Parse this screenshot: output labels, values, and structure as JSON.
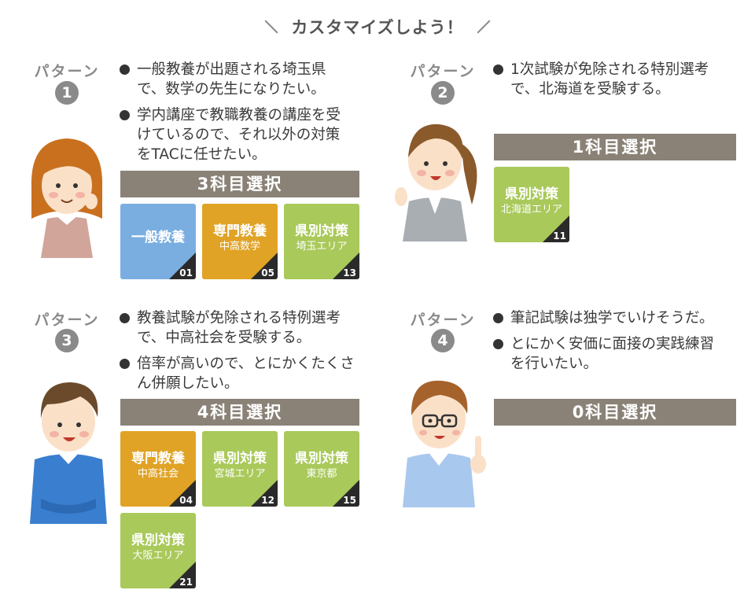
{
  "title": "カスタマイズしよう！",
  "patterns": [
    {
      "label": "パターン",
      "number": "1",
      "bullets": [
        "一般教養が出題される埼玉県\nで、数学の先生になりたい。",
        "学内講座で教職教養の講座を受\nけているので、それ以外の対策\nをTACに任せたい。"
      ],
      "bar": "3科目選択",
      "cards": [
        {
          "title": "一般教養",
          "sub": "",
          "num": "01",
          "color": "blue"
        },
        {
          "title": "専門教養",
          "sub": "中高数学",
          "num": "05",
          "color": "orange"
        },
        {
          "title": "県別対策",
          "sub": "埼玉エリア",
          "num": "13",
          "color": "green"
        }
      ]
    },
    {
      "label": "パターン",
      "number": "2",
      "bullets": [
        "1次試験が免除される特別選考\nで、北海道を受験する。"
      ],
      "bar": "1科目選択",
      "cards": [
        {
          "title": "県別対策",
          "sub": "北海道エリア",
          "num": "11",
          "color": "green"
        }
      ]
    },
    {
      "label": "パターン",
      "number": "3",
      "bullets": [
        "教養試験が免除される特例選考\nで、中高社会を受験する。",
        "倍率が高いので、とにかくたくさ\nん併願したい。"
      ],
      "bar": "4科目選択",
      "cards": [
        {
          "title": "専門教養",
          "sub": "中高社会",
          "num": "04",
          "color": "orange"
        },
        {
          "title": "県別対策",
          "sub": "宮城エリア",
          "num": "12",
          "color": "green"
        },
        {
          "title": "県別対策",
          "sub": "東京都",
          "num": "15",
          "color": "green"
        },
        {
          "title": "県別対策",
          "sub": "大阪エリア",
          "num": "21",
          "color": "green"
        }
      ]
    },
    {
      "label": "パターン",
      "number": "4",
      "bullets": [
        "筆記試験は独学でいけそうだ。",
        "とにかく安価に面接の実践練習\nを行いたい。"
      ],
      "bar": "0科目選択",
      "cards": []
    }
  ],
  "colors": {
    "blue": "#7aaee0",
    "orange": "#e0a325",
    "green": "#a9c95a",
    "bar": "#8a8277",
    "label": "#8a8a8a"
  }
}
